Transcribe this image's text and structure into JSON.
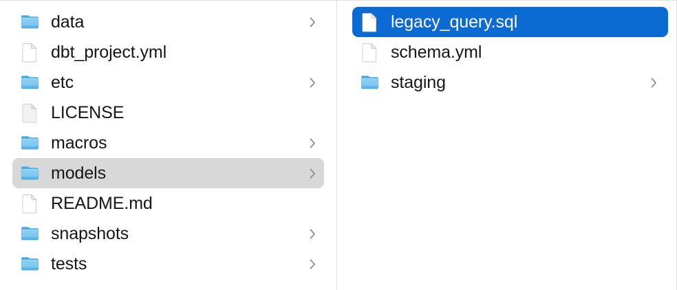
{
  "window": {
    "title": "Finder — Column View",
    "view_mode": "column",
    "background_color": "#ffffff",
    "divider_color": "#e0e0e0"
  },
  "colors": {
    "selection_active": "#0b6bd3",
    "selection_inactive": "#d8d8d8",
    "label_text": "#161616",
    "label_text_selected": "#ffffff",
    "chevron": "#8b8b8b",
    "folder_blue_light": "#8ed0f5",
    "folder_blue_dark": "#3aa3e3",
    "document_white": "#ffffff",
    "document_border": "#c9c9c9"
  },
  "columns": [
    {
      "name": "column-1",
      "items": [
        {
          "label": "data",
          "kind": "folder",
          "has_chevron": true,
          "selected": "none"
        },
        {
          "label": "dbt_project.yml",
          "kind": "document",
          "has_chevron": false,
          "selected": "none"
        },
        {
          "label": "etc",
          "kind": "folder",
          "has_chevron": true,
          "selected": "none"
        },
        {
          "label": "LICENSE",
          "kind": "generic",
          "has_chevron": false,
          "selected": "none"
        },
        {
          "label": "macros",
          "kind": "folder",
          "has_chevron": true,
          "selected": "none"
        },
        {
          "label": "models",
          "kind": "folder",
          "has_chevron": true,
          "selected": "inactive"
        },
        {
          "label": "README.md",
          "kind": "document",
          "has_chevron": false,
          "selected": "none"
        },
        {
          "label": "snapshots",
          "kind": "folder",
          "has_chevron": true,
          "selected": "none"
        },
        {
          "label": "tests",
          "kind": "folder",
          "has_chevron": true,
          "selected": "none"
        }
      ]
    },
    {
      "name": "column-2",
      "items": [
        {
          "label": "legacy_query.sql",
          "kind": "document",
          "has_chevron": false,
          "selected": "active"
        },
        {
          "label": "schema.yml",
          "kind": "document",
          "has_chevron": false,
          "selected": "none"
        },
        {
          "label": "staging",
          "kind": "folder",
          "has_chevron": true,
          "selected": "none"
        }
      ]
    }
  ],
  "icons": {
    "folder": "folder-icon",
    "document": "document-icon",
    "generic": "generic-document-icon",
    "chevron": "chevron-right-icon"
  }
}
